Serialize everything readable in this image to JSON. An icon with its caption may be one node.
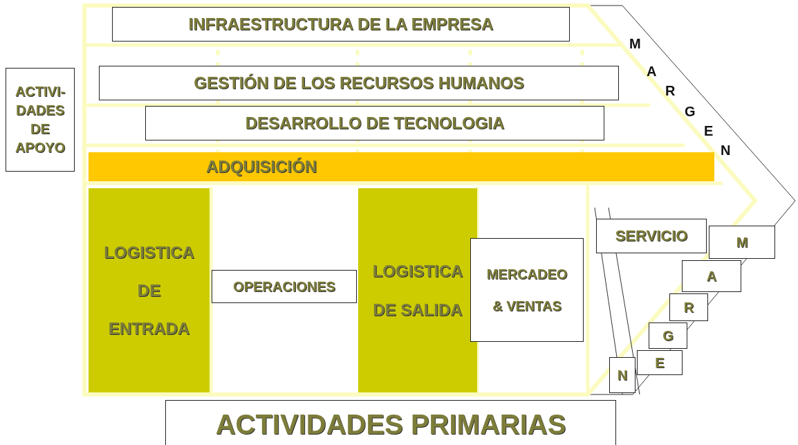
{
  "diagram": {
    "nodes": [
      {
        "text": [
          "ACTIVI- DADES DE APOYO"
        ]
      },
      {
        "text": [
          "INFRAESTRUCTURA DE LA EMPRESA"
        ]
      },
      {
        "text": [
          "GESTIÓN DE LOS RECURSOS HUMANOS"
        ]
      },
      {
        "text": [
          "DESARROLLO DE TECNOLOGIA"
        ]
      },
      {
        "text": [
          "ADQUISICIÓN"
        ]
      },
      {
        "text": [
          "LOGISTICA DE ENTRADA"
        ]
      },
      {
        "text": [
          "OPERACIONES"
        ]
      },
      {
        "text": [
          "LOGISTICA DE SALIDA"
        ]
      },
      {
        "text": [
          "MERCADEO & VENTAS"
        ]
      },
      {
        "text": [
          "SERVICIO"
        ]
      },
      {
        "text": [
          "M"
        ]
      },
      {
        "text": [
          "A"
        ]
      },
      {
        "text": [
          "R"
        ]
      },
      {
        "text": [
          "G"
        ]
      },
      {
        "text": [
          "E"
        ]
      },
      {
        "text": [
          "N"
        ]
      },
      {
        "text": [
          "ACTIVIDADES PRIMARIAS"
        ]
      }
    ],
    "edges": [],
    "labels": [
      "MARGEN"
    ]
  }
}
